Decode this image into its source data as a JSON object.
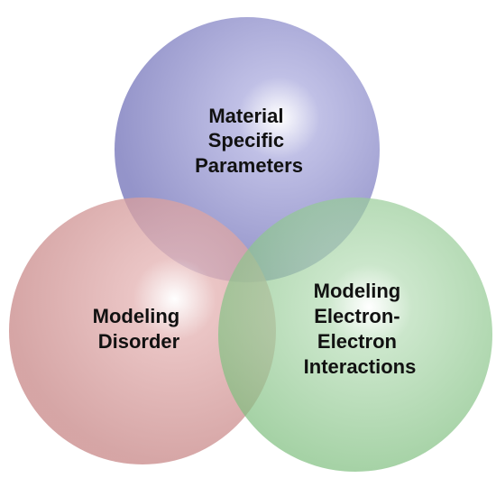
{
  "diagram": {
    "type": "venn",
    "sets": [
      {
        "id": "material",
        "label_lines": [
          "Material",
          "Specific",
          "Parameters"
        ],
        "color": "#9c9cd0"
      },
      {
        "id": "disorder",
        "label_lines": [
          "Modeling",
          "Disorder"
        ],
        "color": "#d39a9a"
      },
      {
        "id": "electron",
        "label_lines": [
          "Modeling",
          "Electron-",
          "Electron",
          "Interactions"
        ],
        "color": "#93c893"
      }
    ]
  }
}
